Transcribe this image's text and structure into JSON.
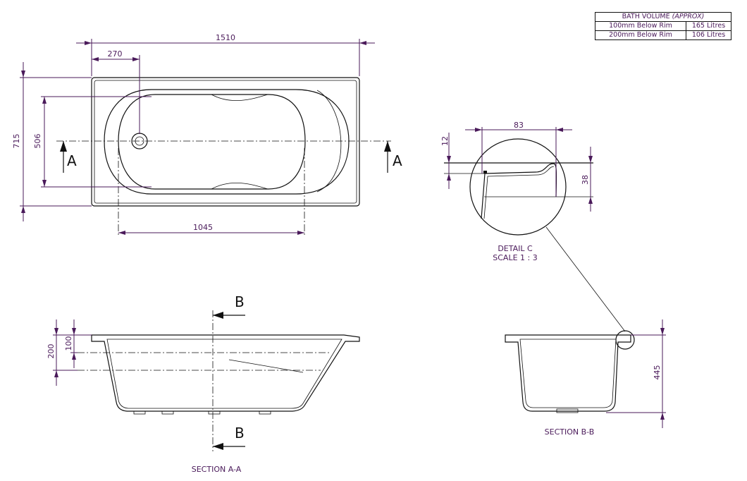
{
  "volume_table": {
    "title": "BATH VOLUME",
    "title_note": "(APPROX)",
    "rows": [
      {
        "depth": "100mm Below Rim",
        "volume": "165 Litres"
      },
      {
        "depth": "200mm Below Rim",
        "volume": "106 Litres"
      }
    ]
  },
  "plan": {
    "dim_length": "1510",
    "dim_waste_offset": "270",
    "dim_width": "715",
    "dim_inner_width": "506",
    "dim_inner_length": "1045",
    "section_marker": "A"
  },
  "section_aa": {
    "label": "SECTION A-A",
    "dim_200": "200",
    "dim_100": "100",
    "section_marker": "B"
  },
  "section_bb": {
    "label": "SECTION B-B",
    "dim_height": "445"
  },
  "detail_c": {
    "title": "DETAIL C",
    "scale": "SCALE 1 : 3",
    "dim_83": "83",
    "dim_12": "12",
    "dim_38": "38"
  }
}
